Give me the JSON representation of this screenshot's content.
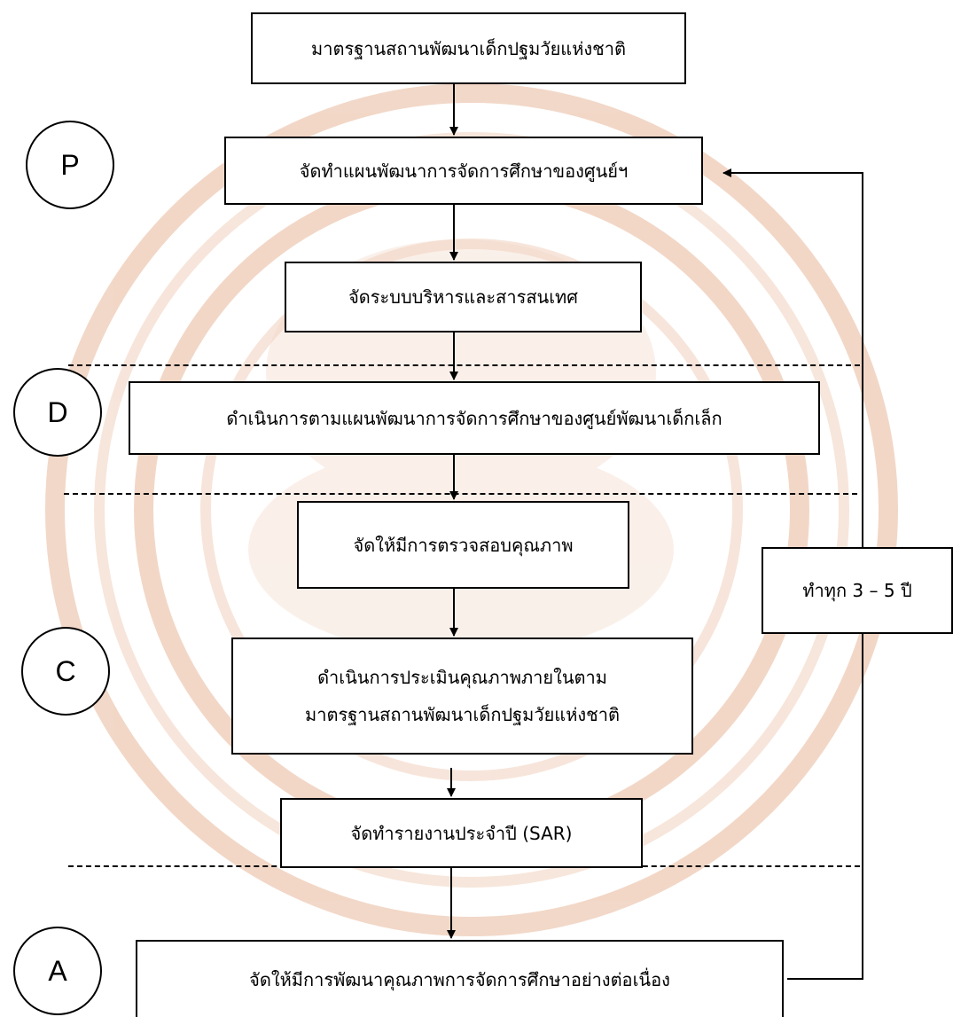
{
  "colors": {
    "line": "#000000",
    "box_fill": "#ffffff",
    "watermark": "#e8b89a"
  },
  "phases": {
    "p": "P",
    "d": "D",
    "c": "C",
    "a": "A"
  },
  "steps": {
    "standards": "มาตรฐานสถานพัฒนาเด็กปฐมวัยแห่งชาติ",
    "plan": "จัดทำแผนพัฒนาการจัดการศึกษาของศูนย์ฯ",
    "system": "จัดระบบบริหารและสารสนเทศ",
    "implement": "ดำเนินการตามแผนพัฒนาการจัดการศึกษาของศูนย์พัฒนาเด็กเล็ก",
    "inspect": "จัดให้มีการตรวจสอบคุณภาพ",
    "assess_line1": "ดำเนินการประเมินคุณภาพภายในตาม",
    "assess_line2": "มาตรฐานสถานพัฒนาเด็กปฐมวัยแห่งชาติ",
    "report": "จัดทำรายงานประจำปี (SAR)",
    "improve": "จัดให้มีการพัฒนาคุณภาพการจัดการศึกษาอย่างต่อเนื่อง"
  },
  "cycle_label": "ทำทุก 3 – 5 ปี"
}
